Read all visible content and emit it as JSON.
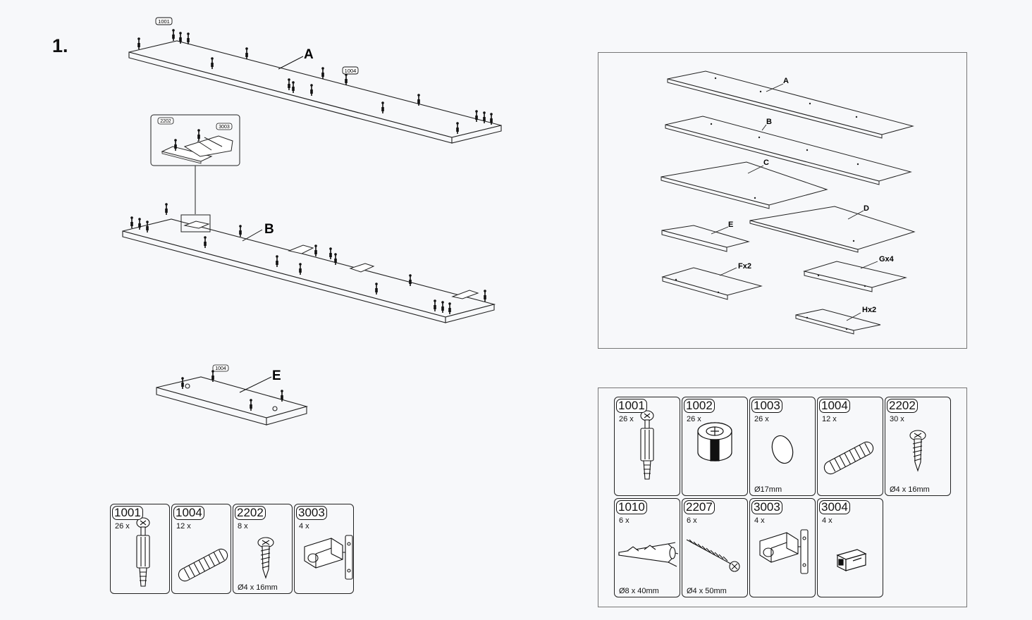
{
  "step_number": "1.",
  "main_labels": {
    "a": "A",
    "b": "B",
    "e": "E"
  },
  "callouts": {
    "top_1001": "1001",
    "top_1004": "1004",
    "detail_2202": "2202",
    "detail_3003": "3003",
    "e_1004": "1004"
  },
  "overview_labels": {
    "a": "A",
    "b": "B",
    "c": "C",
    "d": "D",
    "e": "E",
    "f": "Fx2",
    "g": "Gx4",
    "h": "Hx2"
  },
  "step_hardware": [
    {
      "code": "1001",
      "qty": "26 x",
      "dim": "",
      "icon": "cam-bolt-icon"
    },
    {
      "code": "1004",
      "qty": "12 x",
      "dim": "",
      "icon": "dowel-icon"
    },
    {
      "code": "2202",
      "qty": "8 x",
      "dim": "Ø4 x 16mm",
      "icon": "screw-icon"
    },
    {
      "code": "3003",
      "qty": "4 x",
      "dim": "",
      "icon": "hinge-icon"
    }
  ],
  "all_hardware": [
    {
      "code": "1001",
      "qty": "26 x",
      "dim": "",
      "icon": "cam-bolt-icon"
    },
    {
      "code": "1002",
      "qty": "26 x",
      "dim": "",
      "icon": "cam-lock-icon"
    },
    {
      "code": "1003",
      "qty": "26 x",
      "dim": "Ø17mm",
      "icon": "cover-cap-icon"
    },
    {
      "code": "1004",
      "qty": "12 x",
      "dim": "",
      "icon": "dowel-icon"
    },
    {
      "code": "2202",
      "qty": "30 x",
      "dim": "Ø4 x 16mm",
      "icon": "screw-icon"
    },
    {
      "code": "1010",
      "qty": "6 x",
      "dim": "Ø8 x 40mm",
      "icon": "wall-plug-icon"
    },
    {
      "code": "2207",
      "qty": "6 x",
      "dim": "Ø4 x 50mm",
      "icon": "long-screw-icon"
    },
    {
      "code": "3003",
      "qty": "4 x",
      "dim": "",
      "icon": "hinge-icon"
    },
    {
      "code": "3004",
      "qty": "4 x",
      "dim": "",
      "icon": "catch-icon"
    }
  ]
}
